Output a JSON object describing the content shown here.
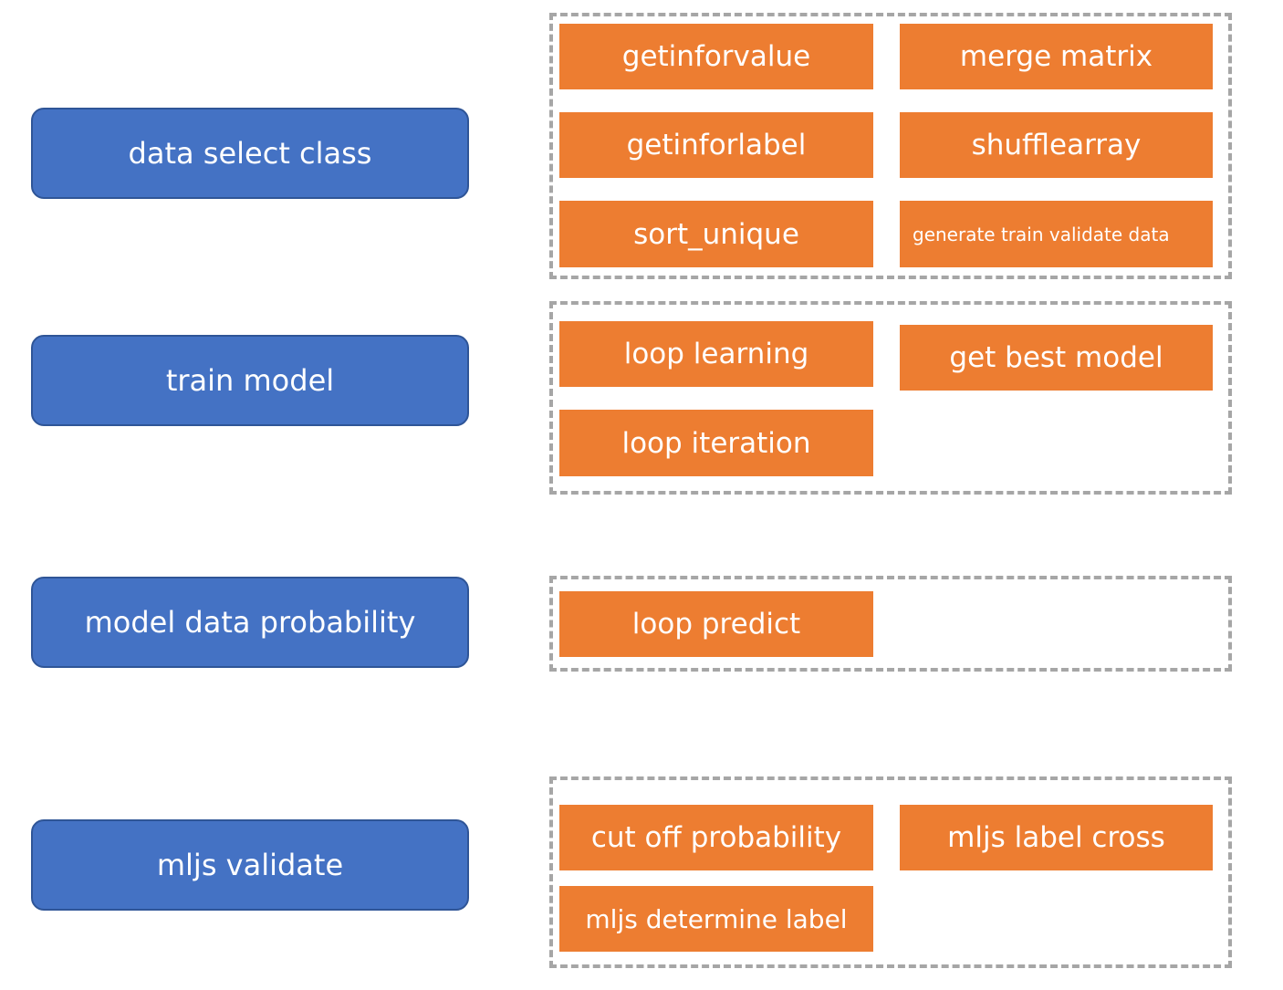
{
  "modules": {
    "data_select": "data select class",
    "train_model": "train model",
    "model_probability": "model data probability",
    "mljs_validate": "mljs validate"
  },
  "functions": {
    "data_select": {
      "getinforvalue": "getinforvalue",
      "merge_matrix": "merge matrix",
      "getinforlabel": "getinforlabel",
      "shufflearray": "shufflearray",
      "sort_unique": "sort_unique",
      "generate_train_validate_data": "generate train validate data"
    },
    "train_model": {
      "loop_learning": "loop learning",
      "get_best_model": "get best model",
      "loop_iteration": "loop iteration"
    },
    "model_probability": {
      "loop_predict": "loop predict"
    },
    "mljs_validate": {
      "cut_off_probability": "cut off probability",
      "mljs_label_cross": "mljs label cross",
      "mljs_determine_label": "mljs determine label"
    }
  },
  "colors": {
    "module_fill": "#4472C4",
    "module_border": "#2F5597",
    "function_fill": "#ED7D31",
    "group_border": "#A6A6A6",
    "text": "#FFFFFF"
  }
}
